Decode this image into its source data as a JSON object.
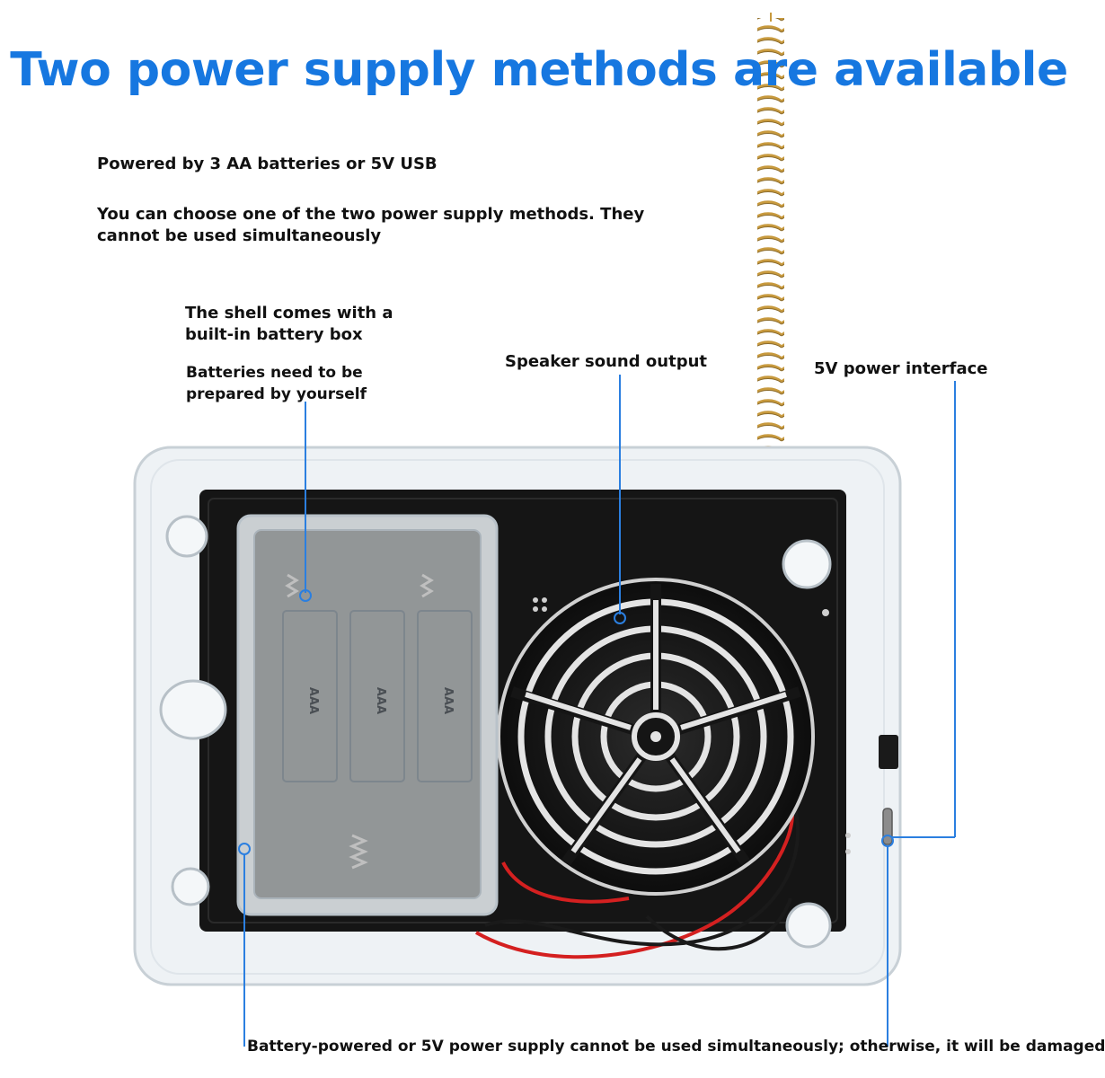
{
  "title": "Two power supply methods are available",
  "notes": {
    "power_sources": "Powered by 3 AA batteries or 5V USB",
    "choose_one": "You can choose one of the two power supply methods. They cannot be used simultaneously",
    "shell_battery_box": "The shell comes with a built-in battery box",
    "batteries_not_included": "Batteries need to be prepared by yourself",
    "speaker": "Speaker sound output",
    "usb_port": "5V power interface",
    "warning": "Battery-powered or 5V power supply cannot be used simultaneously; otherwise, it will be damaged"
  },
  "battery_label": "AAA",
  "colors": {
    "title": "#1677e0",
    "callout_line": "#2b7fe0",
    "case": "#e9eef2",
    "pcb": "#151515",
    "antenna": "#c89a3e",
    "wire_red": "#d42020"
  }
}
